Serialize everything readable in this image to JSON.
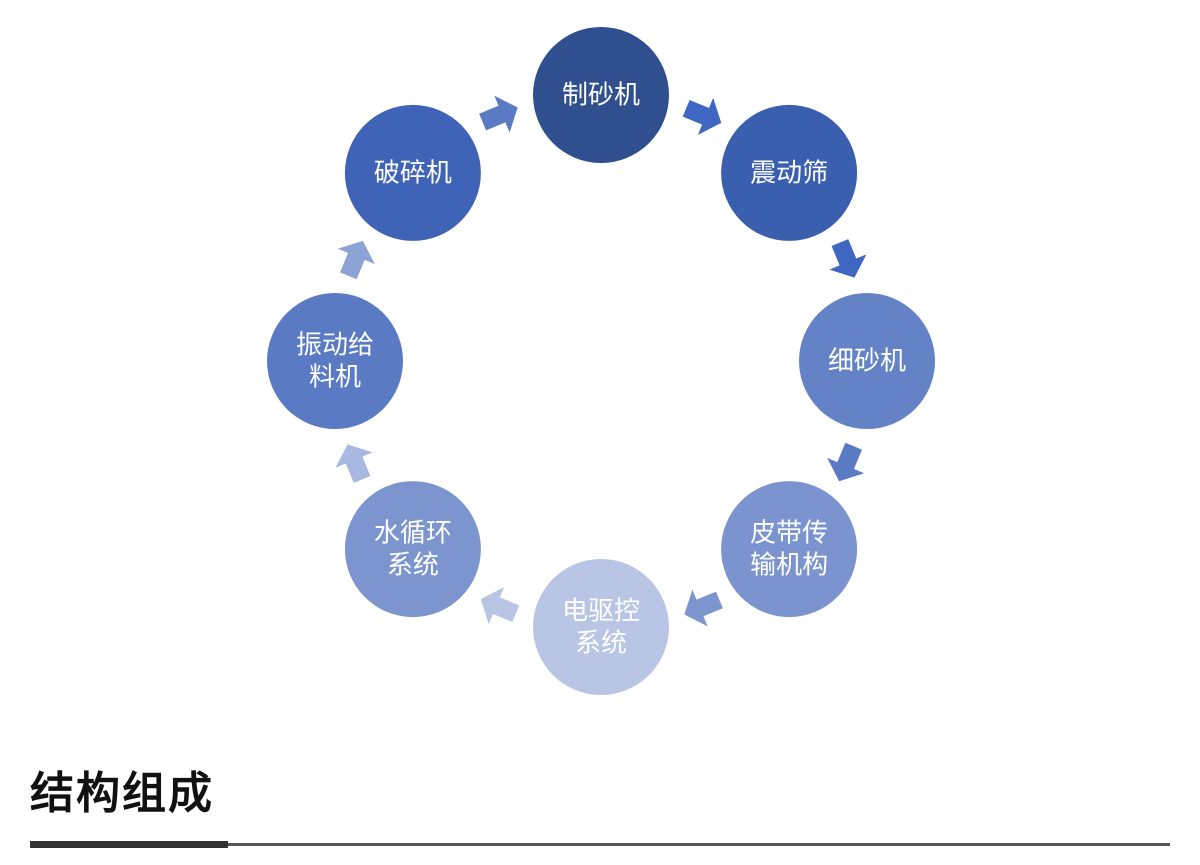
{
  "diagram": {
    "nodes": [
      {
        "id": "n1",
        "lines": [
          "制砂机"
        ],
        "color": "#2f4f8f"
      },
      {
        "id": "n2",
        "lines": [
          "震动筛"
        ],
        "color": "#3a5fae"
      },
      {
        "id": "n3",
        "lines": [
          "细砂机"
        ],
        "color": "#6482c6"
      },
      {
        "id": "n4",
        "lines": [
          "皮带传",
          "输机构"
        ],
        "color": "#7b94cf"
      },
      {
        "id": "n5",
        "lines": [
          "电驱控",
          "系统"
        ],
        "color": "#b8c5e5"
      },
      {
        "id": "n6",
        "lines": [
          "水循环",
          "系统"
        ],
        "color": "#7d95cf"
      },
      {
        "id": "n7",
        "lines": [
          "振动给",
          "料机"
        ],
        "color": "#5a7ac3"
      },
      {
        "id": "n8",
        "lines": [
          "破碎机"
        ],
        "color": "#3f63b6"
      }
    ],
    "arrow_colors": [
      "#3f66c0",
      "#3f66c0",
      "#5a7ac3",
      "#7d95cf",
      "#b8c5e5",
      "#a9b8e0",
      "#8ea3d5",
      "#5a7ac3"
    ]
  },
  "heading": {
    "text": "结构组成"
  }
}
